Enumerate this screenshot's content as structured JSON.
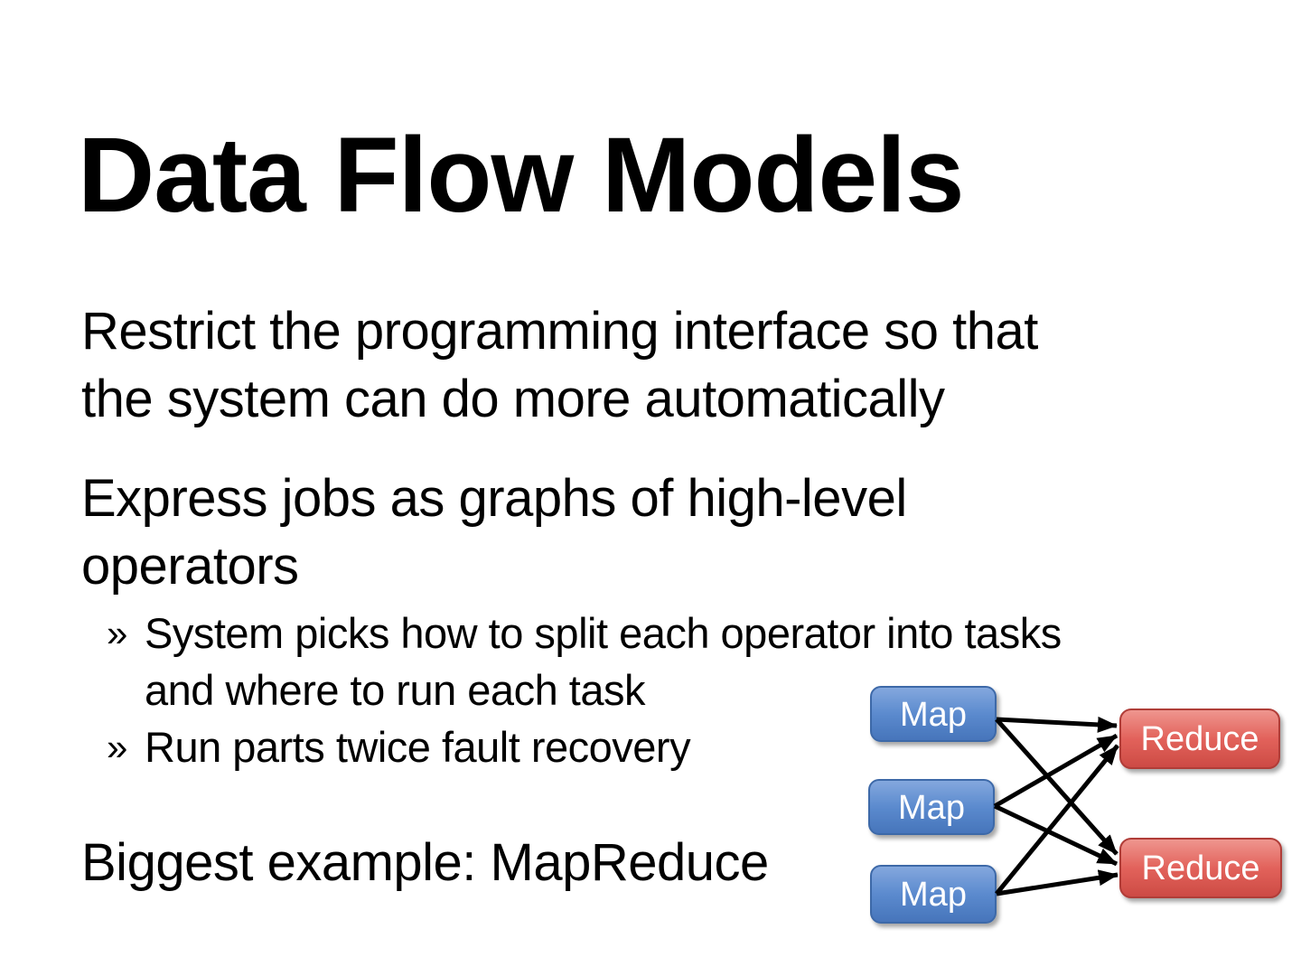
{
  "slide": {
    "title": "Data Flow Models",
    "paragraph1": {
      "line1": "Restrict the programming interface so that",
      "line2": "the system can do more automatically"
    },
    "paragraph2": {
      "line1": "Express jobs as graphs of high-level",
      "line2": "operators"
    },
    "bullets": [
      {
        "marker": "»",
        "line1": "System picks how to split each operator into tasks",
        "line2": "and where to run each task"
      },
      {
        "marker": "»",
        "line1": "Run parts twice fault recovery"
      }
    ],
    "paragraph3": "Biggest example: MapReduce",
    "diagram": {
      "map_nodes": [
        "Map",
        "Map",
        "Map"
      ],
      "reduce_nodes": [
        "Reduce",
        "Reduce"
      ],
      "edges": [
        [
          0,
          0
        ],
        [
          0,
          1
        ],
        [
          1,
          0
        ],
        [
          1,
          1
        ],
        [
          2,
          0
        ],
        [
          2,
          1
        ]
      ],
      "colors": {
        "map_gradient_top": "#85a8de",
        "map_gradient_mid": "#5b8ace",
        "map_gradient_bottom": "#4674ba",
        "map_border": "#3e69a8",
        "reduce_gradient_top": "#ef9790",
        "reduce_gradient_mid": "#e2625b",
        "reduce_gradient_bottom": "#cc4a44",
        "reduce_border": "#b03c38",
        "arrow": "#000000",
        "node_text": "#ffffff"
      }
    }
  }
}
